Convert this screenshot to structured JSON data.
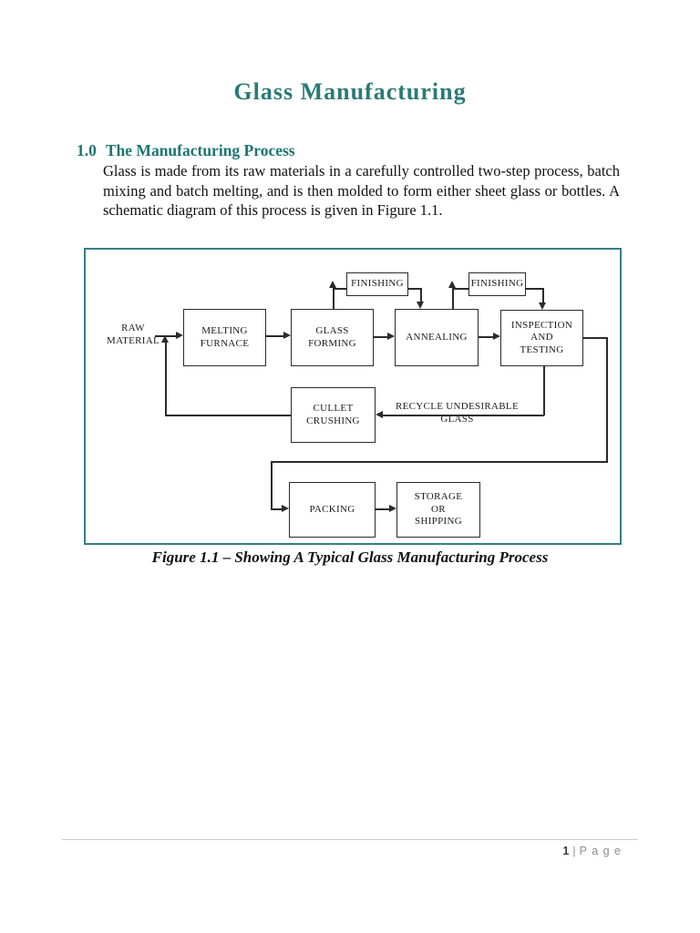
{
  "page": {
    "title": "Glass Manufacturing",
    "heading_number": "1.0",
    "heading_text": "The Manufacturing Process",
    "paragraph": "Glass is made from its raw materials in a carefully controlled two-step process, batch mixing and batch melting, and is then molded to form either sheet glass or bottles. A schematic diagram of this process is given in Figure 1.1.",
    "figure_caption": "Figure 1.1 – Showing A Typical Glass Manufacturing Process",
    "footer": {
      "page_number": "1",
      "separator": "|",
      "page_word": "P a g e"
    }
  },
  "colors": {
    "title_teal": "#2b7a76",
    "heading_teal": "#1b7670",
    "figure_border_teal": "#357f86",
    "diagram_line": "#2b2b2b",
    "footer_gray": "#8c8c8c",
    "footer_rule": "#cccccc"
  },
  "diagram": {
    "nodes": {
      "raw_material": "RAW\nMATERIAL",
      "melting_furnace": "MELTING\nFURNACE",
      "glass_forming": "GLASS\nFORMING",
      "annealing": "ANNEALING",
      "inspection": "INSPECTION\nAND\nTESTING",
      "finishing_1": "FINISHING",
      "finishing_2": "FINISHING",
      "cullet_crushing": "CULLET\nCRUSHING",
      "recycle_label": "RECYCLE UNDESIRABLE\nGLASS",
      "packing": "PACKING",
      "storage": "STORAGE\nOR\nSHIPPING"
    }
  }
}
